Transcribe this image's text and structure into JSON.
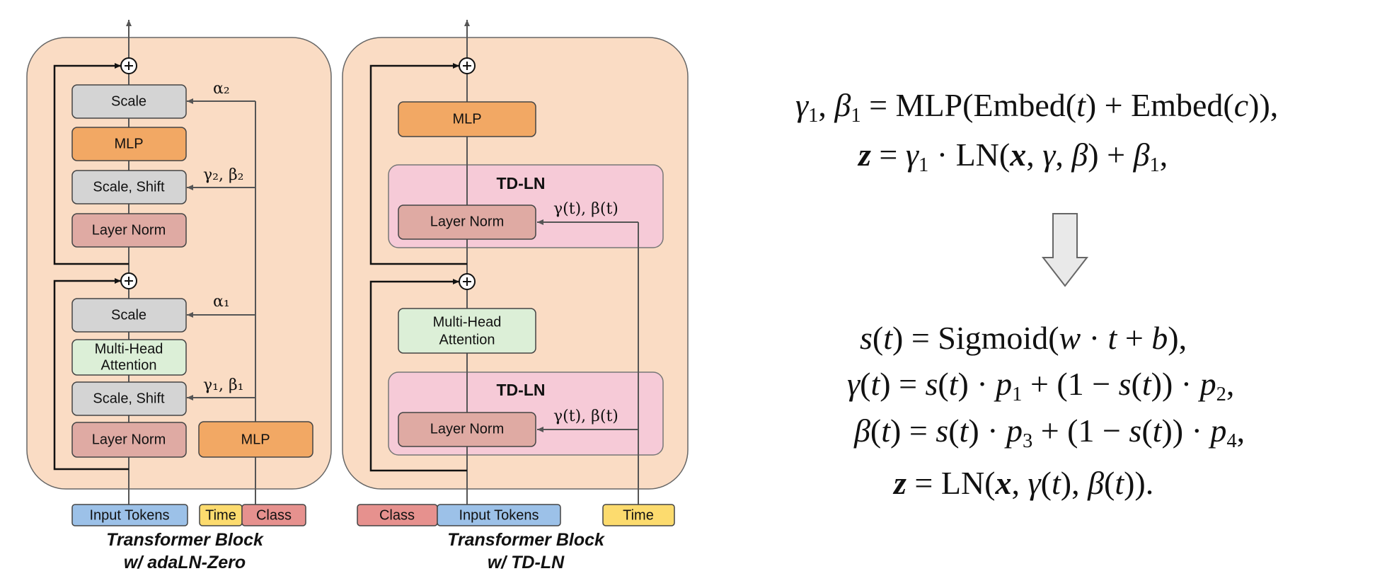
{
  "left_block": {
    "scale_top": "Scale",
    "mlp": "MLP",
    "scale_shift_top": "Scale, Shift",
    "layer_norm_top": "Layer Norm",
    "scale_bottom": "Scale",
    "mha_line1": "Multi-Head",
    "mha_line2": "Attention",
    "scale_shift_bottom": "Scale, Shift",
    "layer_norm_bottom": "Layer Norm",
    "cond_mlp": "MLP",
    "alpha2": "α₂",
    "gamma2_beta2": "γ₂, β₂",
    "alpha1": "α₁",
    "gamma1_beta1": "γ₁, β₁",
    "input_tokens": "Input Tokens",
    "time": "Time",
    "class": "Class",
    "caption_line1": "Transformer Block",
    "caption_line2": "w/ adaLN-Zero"
  },
  "right_block": {
    "mlp": "MLP",
    "td_ln_top_title": "TD-LN",
    "layer_norm_top": "Layer Norm",
    "gamma_beta_top": "γ(t), β(t)",
    "mha_line1": "Multi-Head",
    "mha_line2": "Attention",
    "td_ln_bottom_title": "TD-LN",
    "layer_norm_bottom": "Layer Norm",
    "gamma_beta_bottom": "γ(t), β(t)",
    "class": "Class",
    "input_tokens": "Input Tokens",
    "time": "Time",
    "caption_line1": "Transformer Block",
    "caption_line2": "w/ TD-LN"
  },
  "colors": {
    "panel_bg": "#fadcc4",
    "gray_box": "#d4d4d4",
    "orange_box": "#f2a864",
    "rose_box": "#dfaaa3",
    "green_box": "#dcefd7",
    "pink_box": "#f6cad7",
    "blue_token": "#9cc1e8",
    "yellow_time": "#fcdb6e",
    "red_class": "#e6918e",
    "arrow_fill": "#e9e9e9"
  },
  "equations": {
    "eq1": "γ₁, β₁ = MLP(Embed(t) + Embed(c)),",
    "eq2": "z = γ₁ · LN(x, γ, β) + β₁,",
    "eq3": "s(t) = Sigmoid(w · t + b),",
    "eq4": "γ(t) = s(t) · p₁ + (1 − s(t)) · p₂,",
    "eq5": "β(t) = s(t) · p₃ + (1 − s(t)) · p₄,",
    "eq6": "z = LN(x, γ(t), β(t))."
  }
}
